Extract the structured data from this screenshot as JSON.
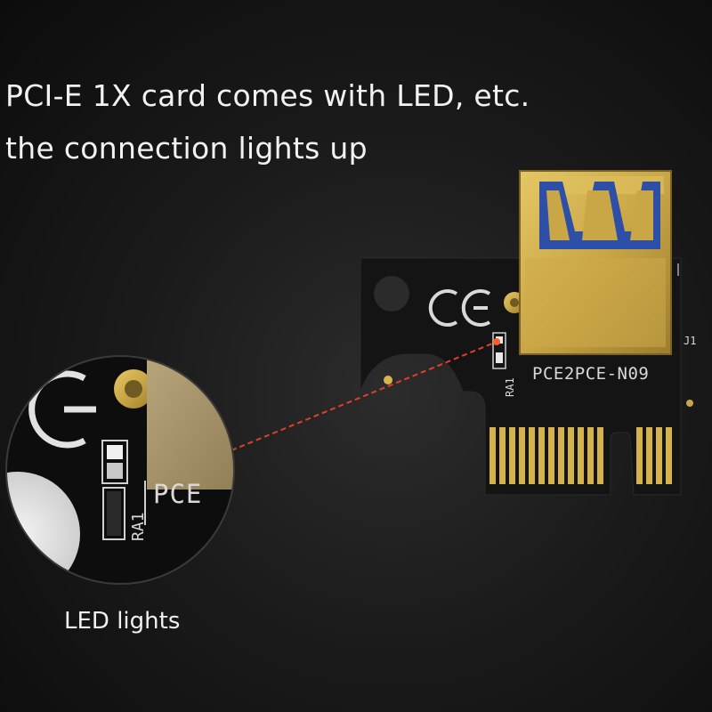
{
  "headline": {
    "line1": "PCI-E 1X card comes with LED, etc.",
    "line2": "the connection lights up"
  },
  "caption": "LED lights",
  "pcb": {
    "model": "PCE2PCE-N09",
    "connector": "J1",
    "resistor": "RA1",
    "ce_mark": "CE"
  },
  "zoom": {
    "label": "PCE",
    "resistor": "RA1"
  },
  "colors": {
    "pcb": "#141414",
    "gold": "#c9a646",
    "usb_blue": "#2e4fa8",
    "led_marker": "#ff5a2a",
    "text": "#f2f2f2"
  }
}
